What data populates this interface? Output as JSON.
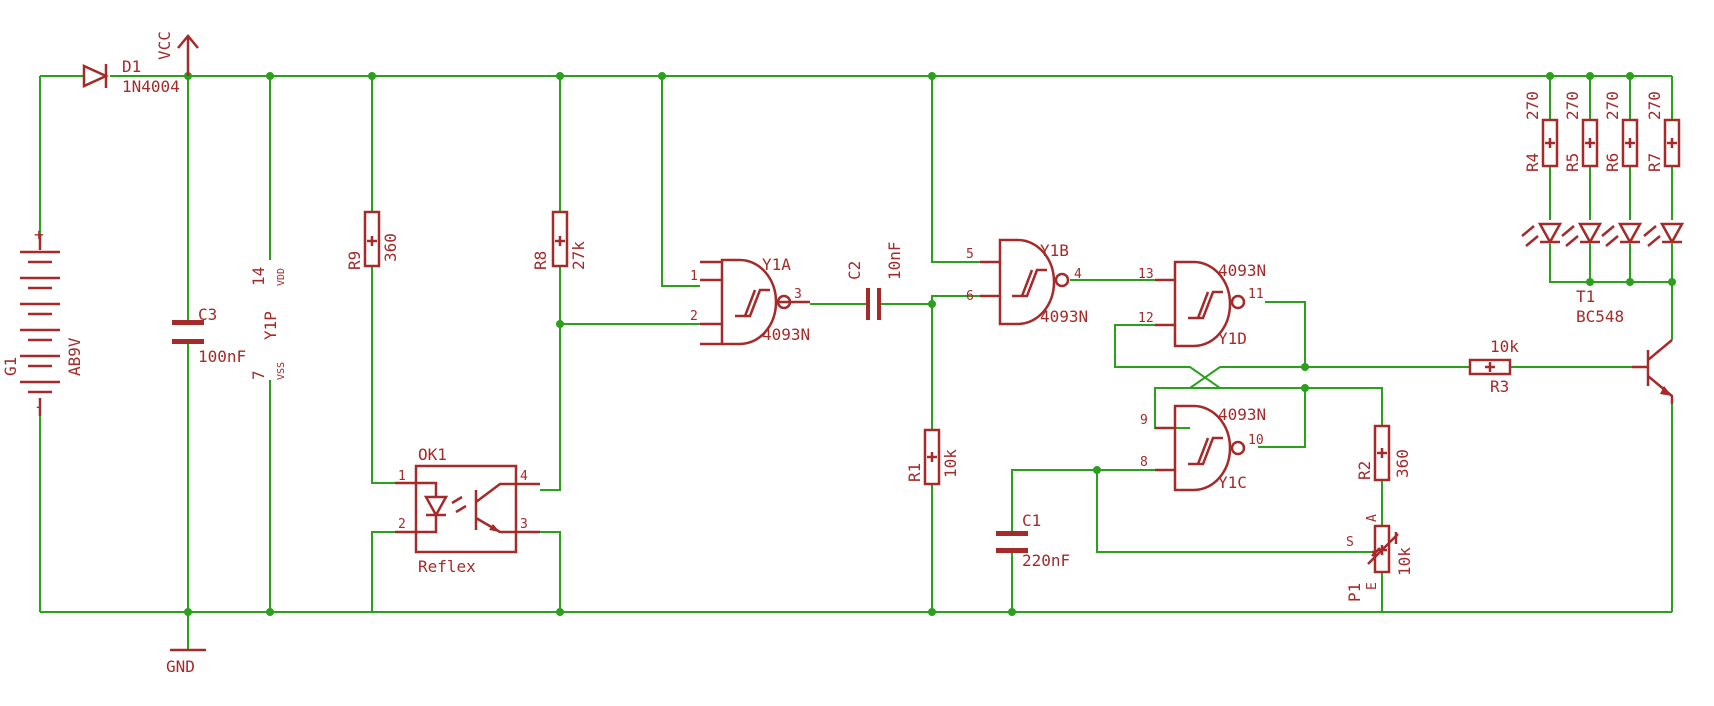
{
  "labels": {
    "vcc": "VCC",
    "gnd": "GND",
    "d1_name": "D1",
    "d1_value": "1N4004",
    "g1_name": "G1",
    "g1_value": "AB9V",
    "c3_name": "C3",
    "c3_value": "100nF",
    "y1p_name": "Y1P",
    "y1p_pin14": "14",
    "y1p_pin7": "7",
    "y1p_vdd": "VDD",
    "y1p_vss": "VSS",
    "r9_name": "R9",
    "r9_value": "360",
    "r8_name": "R8",
    "r8_value": "27k",
    "ok1_name": "OK1",
    "ok1_value": "Reflex",
    "ok1_pin1": "1",
    "ok1_pin2": "2",
    "ok1_pin3": "3",
    "ok1_pin4": "4",
    "y1a_name": "Y1A",
    "y1a_value": "4093N",
    "y1a_pin1": "1",
    "y1a_pin2": "2",
    "y1a_pin3": "3",
    "c2_name": "C2",
    "c2_value": "10nF",
    "r1_name": "R1",
    "r1_value": "10k",
    "y1b_name": "Y1B",
    "y1b_value": "4093N",
    "y1b_pin5": "5",
    "y1b_pin6": "6",
    "y1b_pin4": "4",
    "y1d_name": "Y1D",
    "y1d_value": "4093N",
    "y1d_pin13": "13",
    "y1d_pin12": "12",
    "y1d_pin11": "11",
    "y1c_name": "Y1C",
    "y1c_value": "4093N",
    "y1c_pin9": "9",
    "y1c_pin8": "8",
    "y1c_pin10": "10",
    "c1_name": "C1",
    "c1_value": "220nF",
    "r2_name": "R2",
    "r2_value": "360",
    "p1_name": "P1",
    "p1_value": "10k",
    "p1_pin_a": "A",
    "p1_pin_s": "S",
    "p1_pin_e": "E",
    "r3_name": "R3",
    "r3_value": "10k",
    "t1_name": "T1",
    "t1_value": "BC548",
    "r4_name": "R4",
    "r4_value": "270",
    "r5_name": "R5",
    "r5_value": "270",
    "r6_name": "R6",
    "r6_value": "270",
    "r7_name": "R7",
    "r7_value": "270"
  },
  "colors": {
    "wire": "#2aa01c",
    "symbol": "#a52a2a",
    "supply_label": "#8c8c8c",
    "background": "#ffffff"
  }
}
